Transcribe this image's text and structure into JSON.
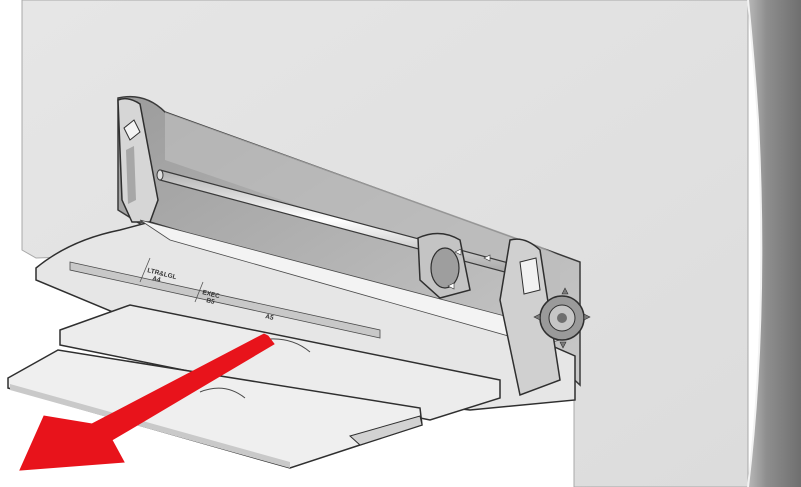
{
  "figure": {
    "labels": {
      "ltr_lgl": "LTR&LGL",
      "a4": "A4",
      "exec": "EXEC",
      "b5": "B5",
      "a5": "A5"
    },
    "colors": {
      "printer_body": "#e7e7e7",
      "printer_side": "#8f8f8f",
      "tray_plastic": "#e9e9e9",
      "outline": "#3a3a3a",
      "arrow": "#e8131b"
    },
    "icons": [
      "pull-direction-arrow-icon",
      "roller-rod",
      "paper-width-guide",
      "gear-icon"
    ]
  }
}
